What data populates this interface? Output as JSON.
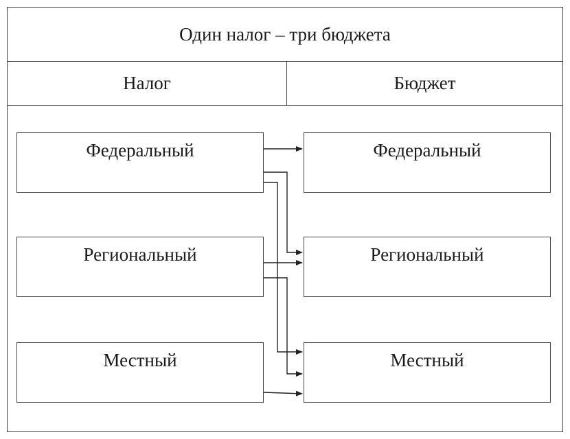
{
  "title": "Один налог – три бюджета",
  "headers": {
    "tax": "Налог",
    "budget": "Бюджет"
  },
  "taxes": [
    "Федеральный",
    "Региональный",
    "Местный"
  ],
  "budgets": [
    "Федеральный",
    "Региональный",
    "Местный"
  ],
  "connections": [
    {
      "from": "Федеральный",
      "to": "Федеральный"
    },
    {
      "from": "Федеральный",
      "to": "Региональный"
    },
    {
      "from": "Федеральный",
      "to": "Местный"
    },
    {
      "from": "Региональный",
      "to": "Региональный"
    },
    {
      "from": "Региональный",
      "to": "Местный"
    },
    {
      "from": "Местный",
      "to": "Местный"
    }
  ]
}
